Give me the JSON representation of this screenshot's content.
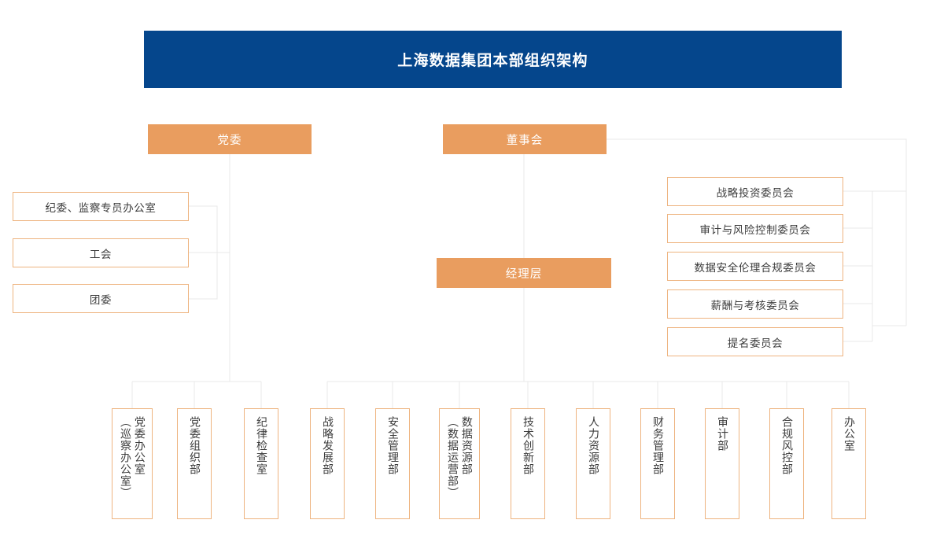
{
  "banner": {
    "title": "上海数据集团本部组织架构"
  },
  "colors": {
    "banner_blue": "#05468c",
    "node_orange": "#e99d5f",
    "box_border_orange": "#eeb480",
    "connector_gray": "#e8e8e8",
    "text_dark": "#3c3c3c",
    "text_white": "#ffffff"
  },
  "top_nodes": {
    "party_committee": "党委",
    "board_of_directors": "董事会",
    "management": "经理层"
  },
  "party_side_units": [
    {
      "label": "纪委、监察专员办公室"
    },
    {
      "label": "工会"
    },
    {
      "label": "团委"
    }
  ],
  "board_committees": [
    {
      "label": "战略投资委员会"
    },
    {
      "label": "审计与风险控制委员会"
    },
    {
      "label": "数据安全伦理合规委员会"
    },
    {
      "label": "薪酬与考核委员会"
    },
    {
      "label": "提名委员会"
    }
  ],
  "party_departments": [
    {
      "primary": "党委办公室",
      "secondary": "（巡察办公室）"
    },
    {
      "primary": "党委组织部",
      "secondary": ""
    },
    {
      "primary": "纪律检查室",
      "secondary": ""
    }
  ],
  "management_departments": [
    {
      "primary": "战略发展部",
      "secondary": ""
    },
    {
      "primary": "安全管理部",
      "secondary": ""
    },
    {
      "primary": "数据资源部",
      "secondary": "（数据运营部）"
    },
    {
      "primary": "技术创新部",
      "secondary": ""
    },
    {
      "primary": "人力资源部",
      "secondary": ""
    },
    {
      "primary": "财务管理部",
      "secondary": ""
    },
    {
      "primary": "审计部",
      "secondary": ""
    },
    {
      "primary": "合规风控部",
      "secondary": ""
    },
    {
      "primary": "办公室",
      "secondary": ""
    }
  ]
}
